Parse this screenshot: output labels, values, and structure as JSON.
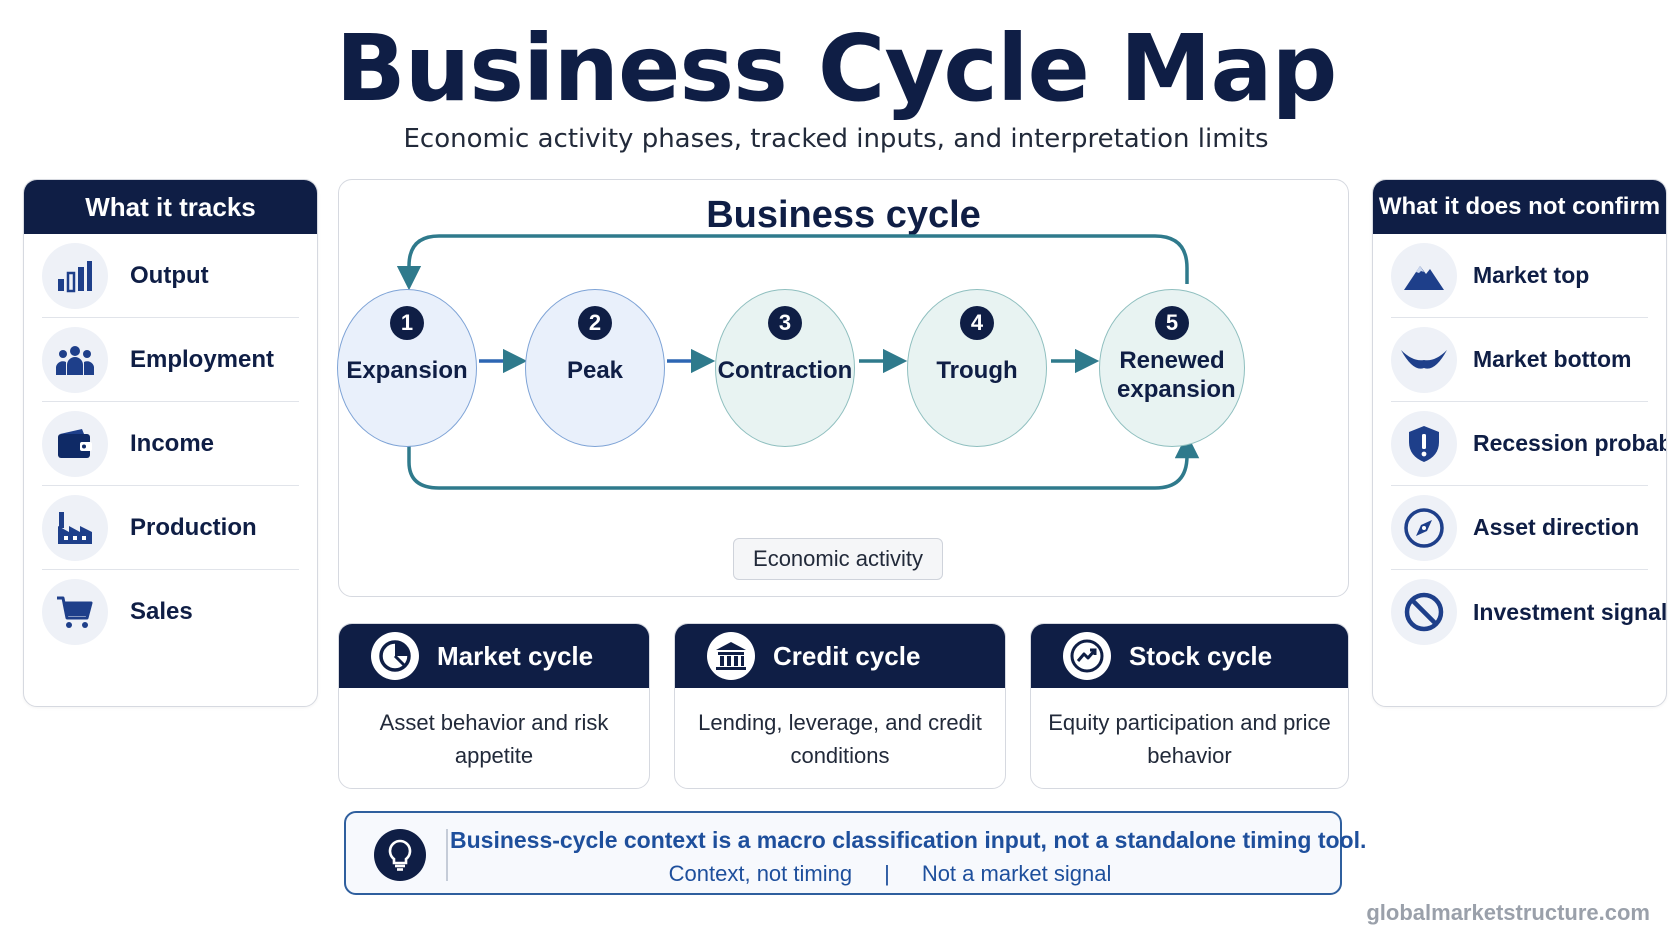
{
  "title": "Business Cycle Map",
  "subtitle": "Economic activity phases, tracked inputs, and interpretation limits",
  "tracks": {
    "header": "What it tracks",
    "items": [
      {
        "label": "Output",
        "icon": "bar-chart-icon"
      },
      {
        "label": "Employment",
        "icon": "people-icon"
      },
      {
        "label": "Income",
        "icon": "wallet-icon"
      },
      {
        "label": "Production",
        "icon": "factory-icon"
      },
      {
        "label": "Sales",
        "icon": "shopping-cart-icon"
      }
    ]
  },
  "not_confirm": {
    "header": "What it does not confirm",
    "items": [
      {
        "label": "Market top",
        "icon": "mountain-icon"
      },
      {
        "label": "Market bottom",
        "icon": "valley-curve-icon"
      },
      {
        "label": "Recession probability",
        "icon": "shield-alert-icon"
      },
      {
        "label": "Asset direction",
        "icon": "compass-icon"
      },
      {
        "label": "Investment signal",
        "icon": "prohibited-icon"
      }
    ]
  },
  "cycle": {
    "title": "Business cycle",
    "phases": [
      {
        "num": "1",
        "label": "Expansion"
      },
      {
        "num": "2",
        "label": "Peak"
      },
      {
        "num": "3",
        "label": "Contraction"
      },
      {
        "num": "4",
        "label": "Trough"
      },
      {
        "num": "5",
        "label": "Renewed expansion"
      }
    ],
    "activity_label": "Economic activity"
  },
  "related_cycles": [
    {
      "title": "Market cycle",
      "description": "Asset behavior and risk appetite",
      "icon": "pie-chart-icon"
    },
    {
      "title": "Credit cycle",
      "description": "Lending, leverage, and credit conditions",
      "icon": "bank-icon"
    },
    {
      "title": "Stock cycle",
      "description": "Equity participation and price behavior",
      "icon": "trend-up-icon"
    }
  ],
  "note": {
    "main": "Business-cycle context is a macro classification input, not a standalone timing tool.",
    "sub_left": "Context, not timing",
    "separator": "|",
    "sub_right": "Not a market signal",
    "icon": "lightbulb-icon"
  },
  "footer": "globalmarketstructure.com",
  "colors": {
    "navy": "#0f1e45",
    "teal_arrow": "#2f7a8c",
    "phase_blue": "#e9f0fb",
    "phase_teal": "#e8f3f2",
    "accent_blue": "#1e4f9c"
  }
}
